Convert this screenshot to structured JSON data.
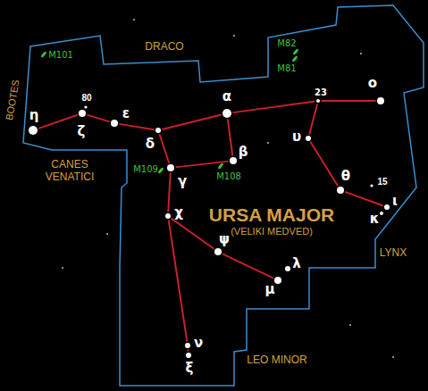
{
  "diagram": {
    "nodes": [
      {
        "text": [
          "M82"
        ]
      },
      {
        "text": [
          "M81"
        ]
      },
      {
        "text": [
          "M101"
        ]
      },
      {
        "text": [
          "η"
        ]
      },
      {
        "text": [
          "ζ"
        ]
      },
      {
        "text": [
          "ε"
        ]
      },
      {
        "text": [
          "δ"
        ]
      },
      {
        "text": [
          "α"
        ]
      },
      {
        "text": [
          "23"
        ]
      },
      {
        "text": [
          "ο"
        ]
      },
      {
        "text": [
          "υ"
        ]
      },
      {
        "text": [
          "θ"
        ]
      },
      {
        "text": [
          "ι"
        ]
      },
      {
        "text": [
          "κ"
        ]
      },
      {
        "text": [
          "β"
        ]
      },
      {
        "text": [
          "γ"
        ]
      },
      {
        "text": [
          "M109"
        ]
      },
      {
        "text": [
          "M108"
        ]
      },
      {
        "text": [
          "χ"
        ]
      },
      {
        "text": [
          "ψ"
        ]
      },
      {
        "text": [
          "λ"
        ]
      },
      {
        "text": [
          "μ"
        ]
      },
      {
        "text": [
          "ν"
        ]
      },
      {
        "text": [
          "ξ"
        ]
      }
    ],
    "edges": [
      {
        "from": 3,
        "to": 4,
        "arrow": "none"
      },
      {
        "from": 4,
        "to": 5,
        "arrow": "none"
      },
      {
        "from": 5,
        "to": 6,
        "arrow": "none"
      },
      {
        "from": 6,
        "to": 7,
        "arrow": "none"
      },
      {
        "from": 7,
        "to": 8,
        "arrow": "none"
      },
      {
        "from": 8,
        "to": 9,
        "arrow": "none"
      },
      {
        "from": 8,
        "to": 10,
        "arrow": "none"
      },
      {
        "from": 10,
        "to": 11,
        "arrow": "none"
      },
      {
        "from": 11,
        "to": 12,
        "arrow": "none"
      },
      {
        "from": 6,
        "to": 15,
        "arrow": "none"
      },
      {
        "from": 15,
        "to": 14,
        "arrow": "none"
      },
      {
        "from": 14,
        "to": 7,
        "arrow": "none"
      },
      {
        "from": 15,
        "to": 18,
        "arrow": "none"
      },
      {
        "from": 18,
        "to": 19,
        "arrow": "none"
      },
      {
        "from": 19,
        "to": 21,
        "arrow": "none"
      },
      {
        "from": 18,
        "to": 22,
        "arrow": "none"
      },
      {
        "from": 22,
        "to": 23,
        "arrow": "none"
      }
    ],
    "labels": [
      "DRACO",
      "BOOTES",
      "80",
      "15",
      "CANES VENATICI",
      "URSA MAJOR",
      "(VELIKI MEDVED)",
      "LYNX",
      "LEO MINOR"
    ]
  }
}
